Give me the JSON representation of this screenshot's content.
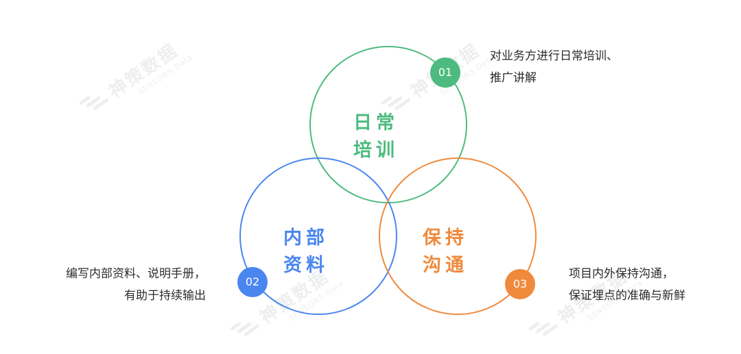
{
  "watermark": {
    "brand": "神策数据",
    "brand_sub": "SENSORS Data"
  },
  "colors": {
    "green": "#4dbb7f",
    "blue": "#4a86f0",
    "orange": "#ef8a3d",
    "text": "#2b2b2b"
  },
  "circles": [
    {
      "number": "01",
      "title_line1": "日常",
      "title_line2": "培训",
      "description_line1": "对业务方进行日常培训、",
      "description_line2": "推广讲解"
    },
    {
      "number": "02",
      "title_line1": "内部",
      "title_line2": "资料",
      "description_line1": "编写内部资料、说明手册，",
      "description_line2": "有助于持续输出"
    },
    {
      "number": "03",
      "title_line1": "保持",
      "title_line2": "沟通",
      "description_line1": "项目内外保持沟通，",
      "description_line2": "保证埋点的准确与新鲜"
    }
  ]
}
